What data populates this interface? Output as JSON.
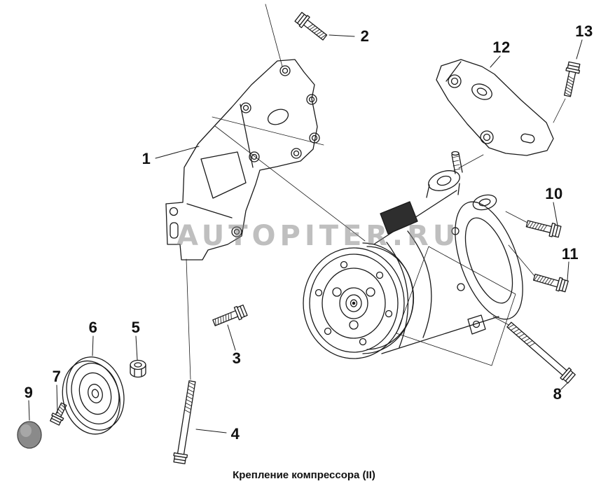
{
  "colors": {
    "ink": "#1a1a1a",
    "watermark": "#808080",
    "cap_fill": "#8a8a8a",
    "plate_fill": "#2e2e2e"
  },
  "diagram": {
    "caption": "Крепление компрессора (II)",
    "watermark": "AUTOPITER.RU",
    "labels": [
      "1",
      "2",
      "3",
      "4",
      "5",
      "6",
      "7",
      "8",
      "9",
      "10",
      "11",
      "12",
      "13"
    ]
  }
}
